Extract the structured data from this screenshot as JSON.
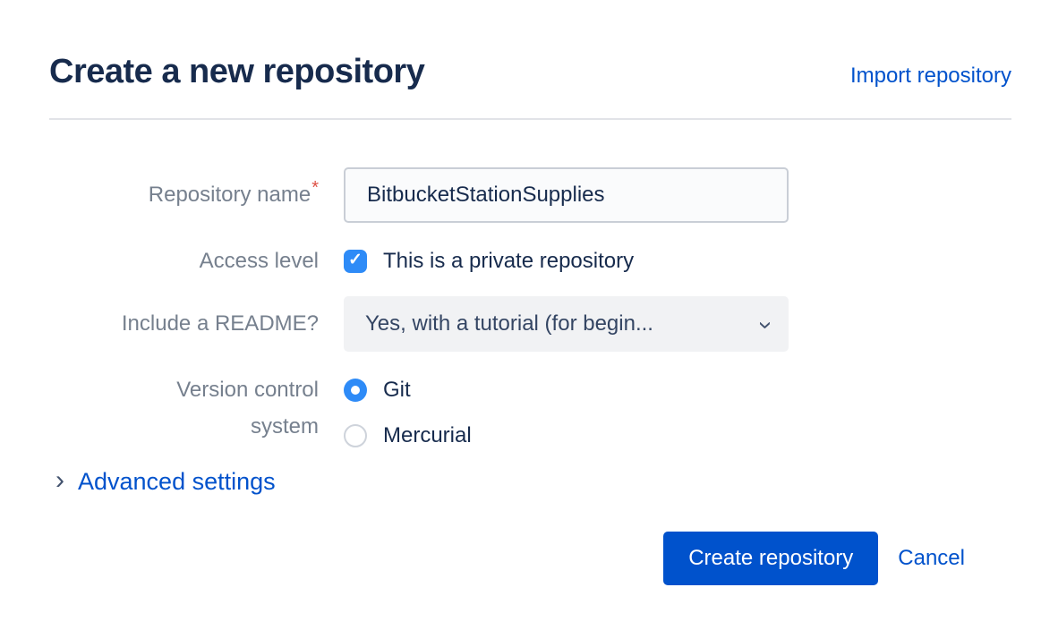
{
  "header": {
    "title": "Create a new repository",
    "import_link_label": "Import repository"
  },
  "form": {
    "repository_name": {
      "label": "Repository name",
      "required_marker": "*",
      "value": "BitbucketStationSupplies"
    },
    "access_level": {
      "label": "Access level",
      "checkbox_label": "This is a private repository",
      "checked": true
    },
    "readme": {
      "label": "Include a README?",
      "selected_option": "Yes, with a tutorial (for begin..."
    },
    "vcs": {
      "label_line1": "Version control",
      "label_line2": "system",
      "options": [
        {
          "label": "Git",
          "selected": true
        },
        {
          "label": "Mercurial",
          "selected": false
        }
      ]
    },
    "advanced": {
      "label": "Advanced settings"
    }
  },
  "actions": {
    "create_label": "Create repository",
    "cancel_label": "Cancel"
  },
  "icons": {
    "checkmark_glyph": "✓",
    "chevron_down_glyph": "›",
    "chevron_right_glyph": "›"
  },
  "colors": {
    "primary_blue": "#0052CC",
    "control_blue": "#2E8BF7",
    "heading_text": "#172B4D",
    "label_gray": "#76808E",
    "required_red": "#DE5145",
    "divider": "#E1E3E8",
    "field_border": "#C9CED6",
    "field_bg": "#FAFBFC",
    "dropdown_bg": "#F1F2F4"
  }
}
